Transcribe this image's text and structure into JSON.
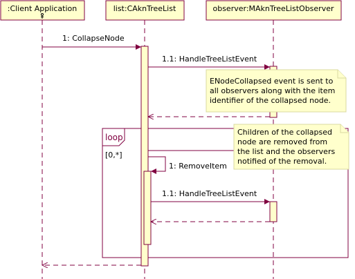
{
  "colors": {
    "line": "#800040",
    "box_fill": "#ffffcc",
    "note_border": "#d8d8a0"
  },
  "lifelines": [
    {
      "label": ":Client Application"
    },
    {
      "label": "list:CAknTreeList"
    },
    {
      "label": "observer:MAknTreeListObserver"
    }
  ],
  "messages": [
    {
      "label": "1: CollapseNode",
      "kind": "call"
    },
    {
      "label": "1.1: HandleTreeListEvent",
      "kind": "call"
    },
    {
      "label": "",
      "kind": "return"
    },
    {
      "label": "1: RemoveItem",
      "kind": "self"
    },
    {
      "label": "1.1: HandleTreeListEvent",
      "kind": "call"
    },
    {
      "label": "",
      "kind": "return"
    },
    {
      "label": "",
      "kind": "return"
    }
  ],
  "fragment": {
    "operator": "loop",
    "guard": "[0,*]"
  },
  "notes": [
    {
      "lines": [
        "ENodeCollapsed event is sent to",
        "all observers along with the item",
        "identifier of the collapsed node."
      ]
    },
    {
      "lines": [
        "Children of the collapsed",
        "node are removed from",
        "the list and the observers",
        "notified of the removal."
      ]
    }
  ]
}
